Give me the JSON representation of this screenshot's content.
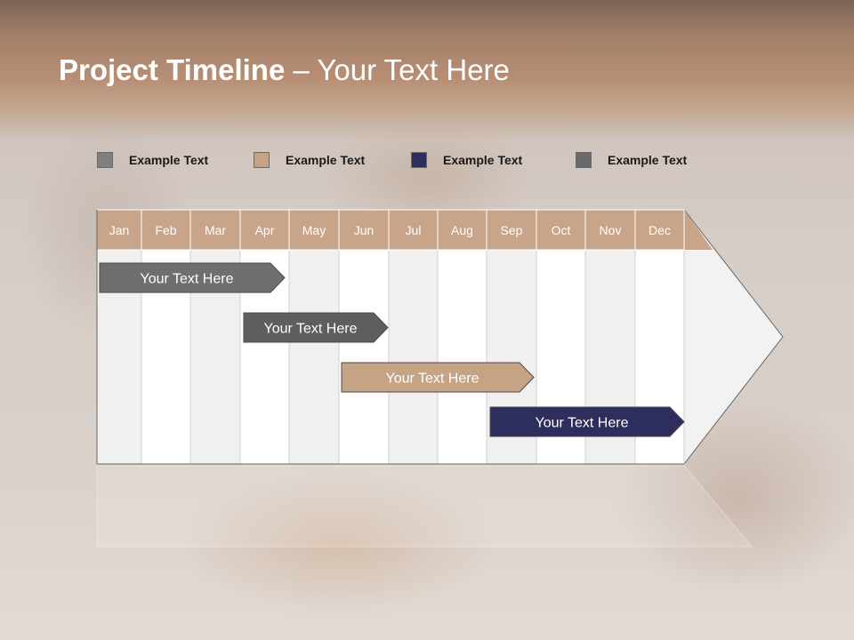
{
  "title": {
    "bold": "Project Timeline",
    "rest": " – Your Text Here"
  },
  "legend": [
    {
      "label": "Example Text",
      "color": "#7f7f7f"
    },
    {
      "label": "Example Text",
      "color": "#c6a385"
    },
    {
      "label": "Example Text",
      "color": "#2e2e5e"
    },
    {
      "label": "Example Text",
      "color": "#6a6a6a"
    }
  ],
  "months": [
    "Jan",
    "Feb",
    "Mar",
    "Apr",
    "May",
    "Jun",
    "Jul",
    "Aug",
    "Sep",
    "Oct",
    "Nov",
    "Dec"
  ],
  "colors": {
    "header": "#c8a58a",
    "stripe_light": "#ffffff",
    "stripe_dark": "#f0f0f0"
  },
  "tasks": [
    {
      "label": "Your  Text Here",
      "start_month": "Jan",
      "end_month": "Apr",
      "color": "#6f6f6f"
    },
    {
      "label": "Your  Text Here",
      "start_month": "Apr",
      "end_month": "Jun",
      "color": "#5e5e5e"
    },
    {
      "label": "Your  Text Here",
      "start_month": "Jun",
      "end_month": "Sep",
      "color": "#c6a385"
    },
    {
      "label": "Your  Text Here",
      "start_month": "Sep",
      "end_month": "Dec",
      "color": "#2e2e5e"
    }
  ]
}
